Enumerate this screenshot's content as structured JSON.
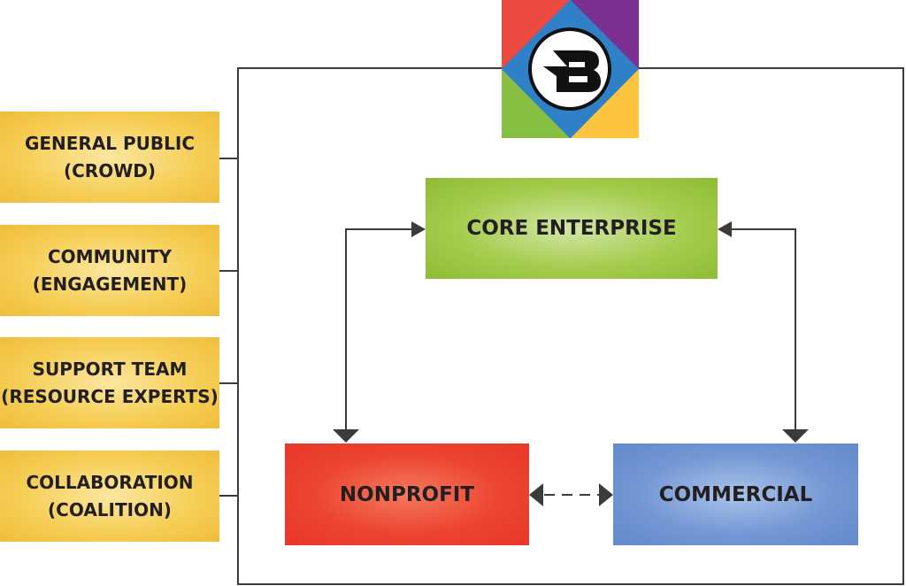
{
  "stakeholders": [
    {
      "line1": "GENERAL PUBLIC",
      "line2": "(CROWD)"
    },
    {
      "line1": "COMMUNITY",
      "line2": "(ENGAGEMENT)"
    },
    {
      "line1": "SUPPORT TEAM",
      "line2": "(RESOURCE EXPERTS)"
    },
    {
      "line1": "COLLABORATION",
      "line2": "(COALITION)"
    }
  ],
  "entities": {
    "core": "CORE ENTERPRISE",
    "nonprofit": "NONPROFIT",
    "commercial": "COMMERCIAL"
  },
  "logo": {
    "letter": "B",
    "colors": {
      "red": "#ea4a3f",
      "purple": "#7b2f91",
      "green": "#86bf41",
      "yellow": "#fdc43f",
      "blue": "#2f80c6"
    }
  }
}
